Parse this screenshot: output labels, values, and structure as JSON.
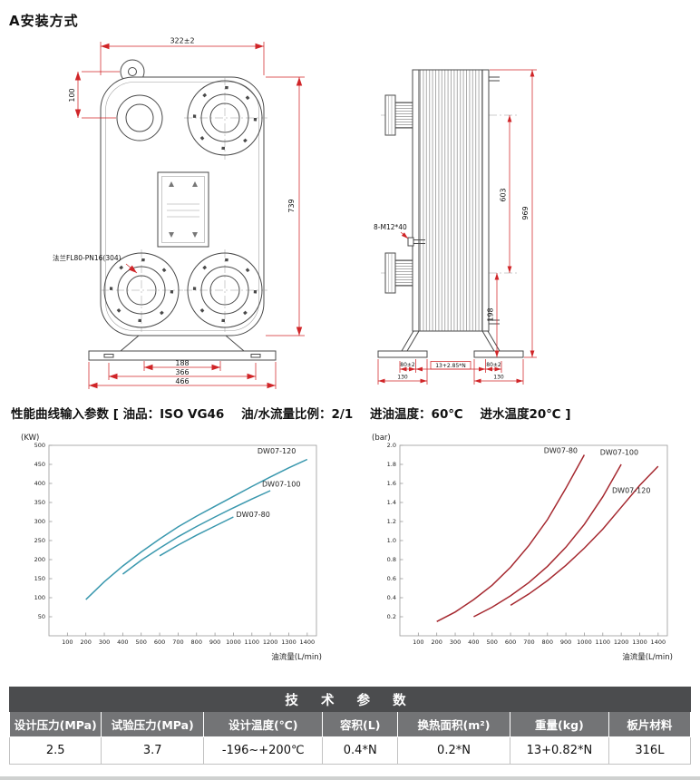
{
  "page": {
    "title": "A安装方式"
  },
  "drawing": {
    "front": {
      "dim_width": "322±2",
      "dim_lug": "100",
      "dim_height": "739",
      "dim_foot_inner": "188",
      "dim_foot_mid": "366",
      "dim_foot_outer": "466",
      "flange_label": "法兰FL80-PN16(304)"
    },
    "side": {
      "stud_label": "8-M12*40",
      "dim_ports": "603",
      "dim_total": "969",
      "dim_bottom": "198",
      "dim_left_cover": "80±2",
      "dim_pack": "13+2.85*N",
      "dim_right_cover": "80±2",
      "dim_foot_left": "130",
      "dim_foot_right": "130"
    }
  },
  "params_note": "性能曲线输入参数 [ 油品：ISO VG46    油/水流量比例：2/1    进油温度：60℃    进水温度20℃ ]",
  "chart_data": [
    {
      "type": "line",
      "unit_label": "(KW)",
      "xlabel": "油流量(L/min)",
      "ylabel": "",
      "xlim": [
        0,
        1450
      ],
      "ylim": [
        0,
        500
      ],
      "grid": false,
      "legend_position": "on-curve-labels",
      "line_color": "#3a98ae",
      "x_ticks": [
        "100",
        "200",
        "300",
        "400",
        "500",
        "600",
        "700",
        "800",
        "900",
        "1000",
        "1100",
        "1200",
        "1300",
        "1400"
      ],
      "y_ticks": [
        "50",
        "100",
        "150",
        "200",
        "250",
        "300",
        "350",
        "400",
        "450",
        "500"
      ],
      "series": [
        {
          "name": "DW07-120",
          "points": [
            [
              200,
              95
            ],
            [
              300,
              142
            ],
            [
              400,
              183
            ],
            [
              500,
              220
            ],
            [
              600,
              254
            ],
            [
              700,
              286
            ],
            [
              800,
              314
            ],
            [
              900,
              340
            ],
            [
              1000,
              366
            ],
            [
              1100,
              392
            ],
            [
              1200,
              417
            ],
            [
              1300,
              441
            ],
            [
              1400,
              463
            ]
          ]
        },
        {
          "name": "DW07-100",
          "points": [
            [
              400,
              162
            ],
            [
              500,
              198
            ],
            [
              600,
              230
            ],
            [
              700,
              260
            ],
            [
              800,
              287
            ],
            [
              900,
              312
            ],
            [
              1000,
              336
            ],
            [
              1100,
              359
            ],
            [
              1200,
              381
            ]
          ]
        },
        {
          "name": "DW07-80",
          "points": [
            [
              600,
              210
            ],
            [
              700,
              238
            ],
            [
              800,
              264
            ],
            [
              900,
              288
            ],
            [
              1000,
              312
            ]
          ]
        }
      ],
      "curve_labels": [
        {
          "text": "DW07-120",
          "x": 1130,
          "y": 478
        },
        {
          "text": "DW07-100",
          "x": 1155,
          "y": 392
        },
        {
          "text": "DW07-80",
          "x": 1015,
          "y": 312
        }
      ]
    },
    {
      "type": "line",
      "unit_label": "(bar)",
      "xlabel": "油流量(L/min)",
      "ylabel": "",
      "xlim": [
        0,
        1450
      ],
      "ylim": [
        0,
        2.0
      ],
      "grid": false,
      "legend_position": "on-curve-labels",
      "line_color": "#a5282f",
      "x_ticks": [
        "100",
        "200",
        "300",
        "400",
        "500",
        "600",
        "700",
        "800",
        "900",
        "1000",
        "1100",
        "1200",
        "1300",
        "1400"
      ],
      "y_ticks": [
        "0.2",
        "0.4",
        "0.6",
        "0.8",
        "1.0",
        "1.2",
        "1.4",
        "1.6",
        "1.8",
        "2.0"
      ],
      "series": [
        {
          "name": "DW07-80",
          "points": [
            [
              200,
              0.15
            ],
            [
              300,
              0.25
            ],
            [
              400,
              0.38
            ],
            [
              500,
              0.53
            ],
            [
              600,
              0.72
            ],
            [
              700,
              0.95
            ],
            [
              800,
              1.22
            ],
            [
              900,
              1.55
            ],
            [
              1000,
              1.9
            ]
          ]
        },
        {
          "name": "DW07-100",
          "points": [
            [
              400,
              0.2
            ],
            [
              500,
              0.3
            ],
            [
              600,
              0.42
            ],
            [
              700,
              0.56
            ],
            [
              800,
              0.73
            ],
            [
              900,
              0.93
            ],
            [
              1000,
              1.17
            ],
            [
              1100,
              1.46
            ],
            [
              1200,
              1.8
            ]
          ]
        },
        {
          "name": "DW07-120",
          "points": [
            [
              600,
              0.32
            ],
            [
              700,
              0.44
            ],
            [
              800,
              0.58
            ],
            [
              900,
              0.74
            ],
            [
              1000,
              0.92
            ],
            [
              1100,
              1.12
            ],
            [
              1200,
              1.35
            ],
            [
              1300,
              1.58
            ],
            [
              1400,
              1.78
            ]
          ]
        }
      ],
      "curve_labels": [
        {
          "text": "DW07-80",
          "x": 780,
          "y": 1.92
        },
        {
          "text": "DW07-100",
          "x": 1085,
          "y": 1.9
        },
        {
          "text": "DW07-120",
          "x": 1150,
          "y": 1.5
        }
      ]
    }
  ],
  "table": {
    "title": "技 术 参 数",
    "columns": [
      "设计压力(MPa)",
      "试验压力(MPa)",
      "设计温度(℃)",
      "容积(L)",
      "换热面积(m²)",
      "重量(kg)",
      "板片材料"
    ],
    "values": [
      "2.5",
      "3.7",
      "-196~+200℃",
      "0.4*N",
      "0.2*N",
      "13+0.82*N",
      "316L"
    ]
  },
  "colors": {
    "dimension_line": "#d02528",
    "power_curve": "#3a98ae",
    "pressure_curve": "#a5282f",
    "table_title_bg": "#4b4c4e",
    "table_header_bg": "#737476"
  }
}
